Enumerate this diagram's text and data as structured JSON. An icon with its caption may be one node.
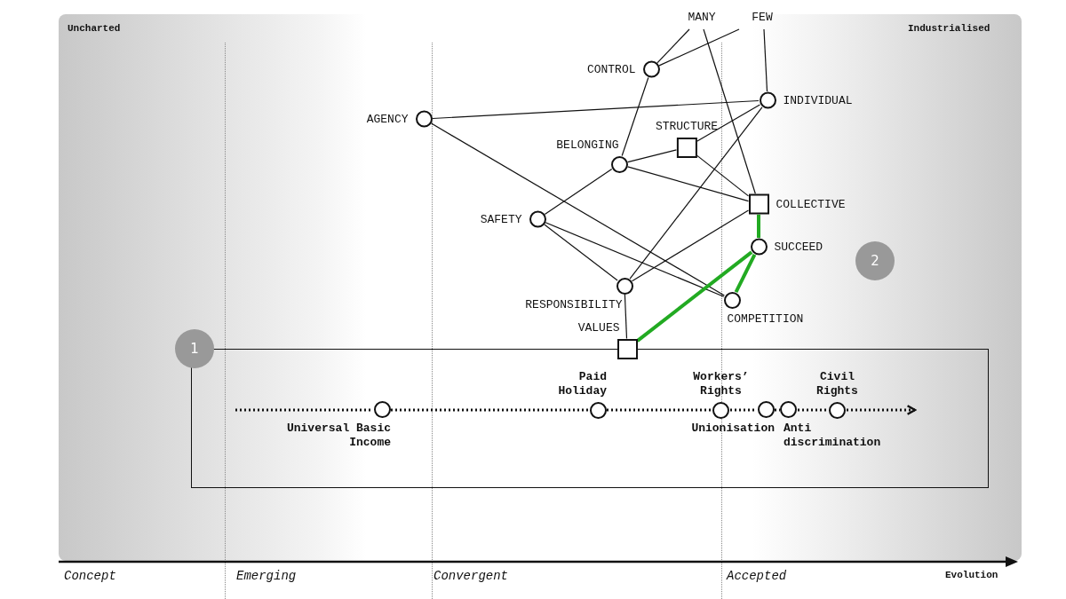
{
  "diagram": {
    "nodes": [
      {
        "text": [
          "MANY"
        ]
      },
      {
        "text": [
          "FEW"
        ]
      },
      {
        "text": [
          "CONTROL"
        ]
      },
      {
        "text": [
          "INDIVIDUAL"
        ]
      },
      {
        "text": [
          "AGENCY"
        ]
      },
      {
        "text": [
          "STRUCTURE"
        ]
      },
      {
        "text": [
          "BELONGING"
        ]
      },
      {
        "text": [
          "COLLECTIVE"
        ]
      },
      {
        "text": [
          "SAFETY"
        ]
      },
      {
        "text": [
          "SUCCEED"
        ]
      },
      {
        "text": [
          "2"
        ]
      },
      {
        "text": [
          "RESPONSIBILITY"
        ]
      },
      {
        "text": [
          "COMPETITION"
        ]
      },
      {
        "text": [
          "1"
        ]
      },
      {
        "text": [
          "VALUES"
        ]
      },
      {
        "text": [],
        "shape": "box"
      },
      {
        "text": [
          "Universal Basic Income"
        ],
        "in": 15
      },
      {
        "text": [
          "Paid Holiday"
        ],
        "in": 15
      },
      {
        "text": [
          "Workers’ Rights"
        ],
        "in": 15
      },
      {
        "text": [
          "Unionisation"
        ],
        "in": 15
      },
      {
        "text": [
          "Anti discrimination"
        ],
        "in": 15
      },
      {
        "text": [
          "Civil Rights"
        ],
        "in": 15
      }
    ],
    "edges": [
      {
        "from": 0,
        "to": 2,
        "arrow": "none"
      },
      {
        "from": 1,
        "to": 2,
        "arrow": "none"
      },
      {
        "from": 0,
        "to": 7,
        "arrow": "none"
      },
      {
        "from": 1,
        "to": 3,
        "arrow": "none"
      },
      {
        "from": 2,
        "to": 6,
        "arrow": "none"
      },
      {
        "from": 4,
        "to": 3,
        "arrow": "none"
      },
      {
        "from": 4,
        "to": 12,
        "arrow": "none"
      },
      {
        "from": 3,
        "to": 5,
        "arrow": "none"
      },
      {
        "from": 3,
        "to": 11,
        "arrow": "none"
      },
      {
        "from": 5,
        "to": 6,
        "arrow": "none"
      },
      {
        "from": 5,
        "to": 7,
        "arrow": "none"
      },
      {
        "from": 6,
        "to": 7,
        "arrow": "none"
      },
      {
        "from": 6,
        "to": 8,
        "arrow": "none"
      },
      {
        "from": 8,
        "to": 11,
        "arrow": "none"
      },
      {
        "from": 8,
        "to": 12,
        "arrow": "none"
      },
      {
        "from": 7,
        "to": 11,
        "arrow": "none"
      },
      {
        "from": 11,
        "to": 14,
        "arrow": "none"
      },
      {
        "from": 7,
        "to": 9,
        "arrow": "none",
        "style": "thick",
        "color": "#22aa22"
      },
      {
        "from": 9,
        "to": 12,
        "arrow": "none",
        "style": "thick",
        "color": "#22aa22"
      },
      {
        "from": 9,
        "to": 14,
        "arrow": "none",
        "style": "thick",
        "color": "#22aa22"
      },
      {
        "from": null,
        "to": 16,
        "arrow": "none",
        "style": "dashed"
      },
      {
        "from": 16,
        "to": 17,
        "arrow": "none",
        "style": "dashed"
      },
      {
        "from": 17,
        "to": 18,
        "arrow": "none",
        "style": "dashed"
      },
      {
        "from": 18,
        "to": 19,
        "arrow": "none",
        "style": "dashed"
      },
      {
        "from": 19,
        "to": 20,
        "arrow": "none",
        "style": "dashed"
      },
      {
        "from": 20,
        "to": 21,
        "arrow": "none",
        "style": "dashed"
      },
      {
        "from": 21,
        "to": null,
        "arrow": "to",
        "style": "dashed"
      }
    ],
    "labels": [
      "Uncharted",
      "Industrialised",
      "Concept",
      "Emerging",
      "Convergent",
      "Accepted",
      "Evolution"
    ]
  }
}
